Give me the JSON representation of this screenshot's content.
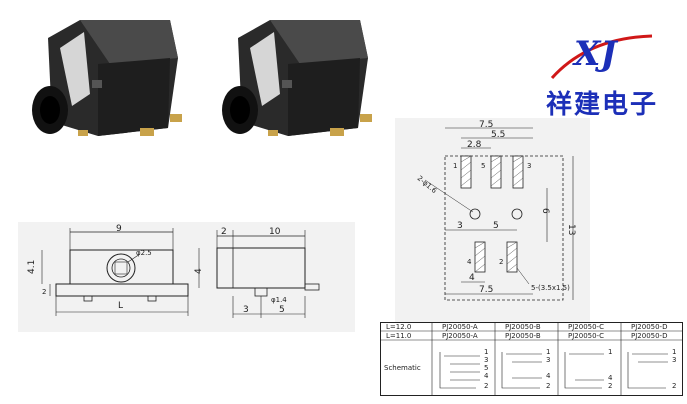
{
  "logo": {
    "mark": "XJ",
    "company": "祥建电子",
    "accent": "#1c2fb8",
    "swoosh": "#d01818"
  },
  "front_view": {
    "width": "9",
    "height": "4.1",
    "base_offset": "2",
    "hole": "φ2.5",
    "length": "L"
  },
  "side_view": {
    "left": "2",
    "length": "10",
    "height": "4",
    "pin_offset": "3",
    "pin_pitch": "5",
    "pin_dia": "φ1.4"
  },
  "footprint": {
    "top_total": "7.5",
    "top_mid": "5.5",
    "top_small": "2.8",
    "holes": "2-φ1.6",
    "hole_pitch": "5",
    "left_offset": "3",
    "height_total": "13",
    "height_inner": "6",
    "bottom_small": "4",
    "bottom_total": "7.5",
    "pad_note": "5-(3.5x1.5)",
    "pad_labels": [
      "1",
      "5",
      "3",
      "2",
      "4"
    ]
  },
  "schematic_table": {
    "rows": [
      {
        "label": "L=12.0",
        "parts": [
          "PJ20050-A",
          "PJ20050-B",
          "PJ20050-C",
          "PJ20050-D"
        ]
      },
      {
        "label": "L=11.0",
        "parts": [
          "PJ20050-A",
          "PJ20050-B",
          "PJ20050-C",
          "PJ20050-D"
        ]
      }
    ],
    "schematic_label": "Schematic",
    "pins": {
      "a": [
        "1",
        "3",
        "5",
        "4",
        "2"
      ],
      "b": [
        "1",
        "3",
        "4",
        "2"
      ],
      "c": [
        "1",
        "4",
        "2"
      ],
      "d": [
        "1",
        "3",
        "2"
      ]
    }
  }
}
